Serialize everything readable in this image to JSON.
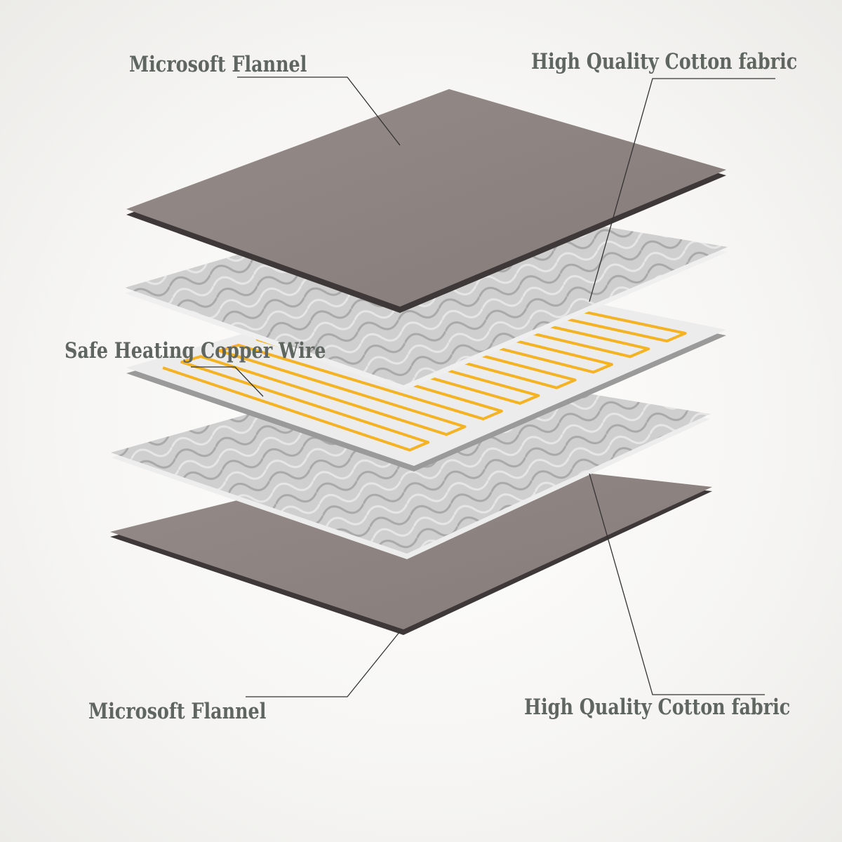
{
  "labels": {
    "top_left": "Microsoft Flannel",
    "top_right": "High Quality Cotton fabric",
    "middle_left": "Safe Heating Copper Wire",
    "bottom_left": "Microsoft Flannel",
    "bottom_right": "High Quality Cotton fabric"
  },
  "colors": {
    "flannel": "#8f8583",
    "flannel_edge": "#3e3838",
    "cotton": "#c9c9c9",
    "wire": "#f4b324",
    "text": "#5f6660"
  }
}
